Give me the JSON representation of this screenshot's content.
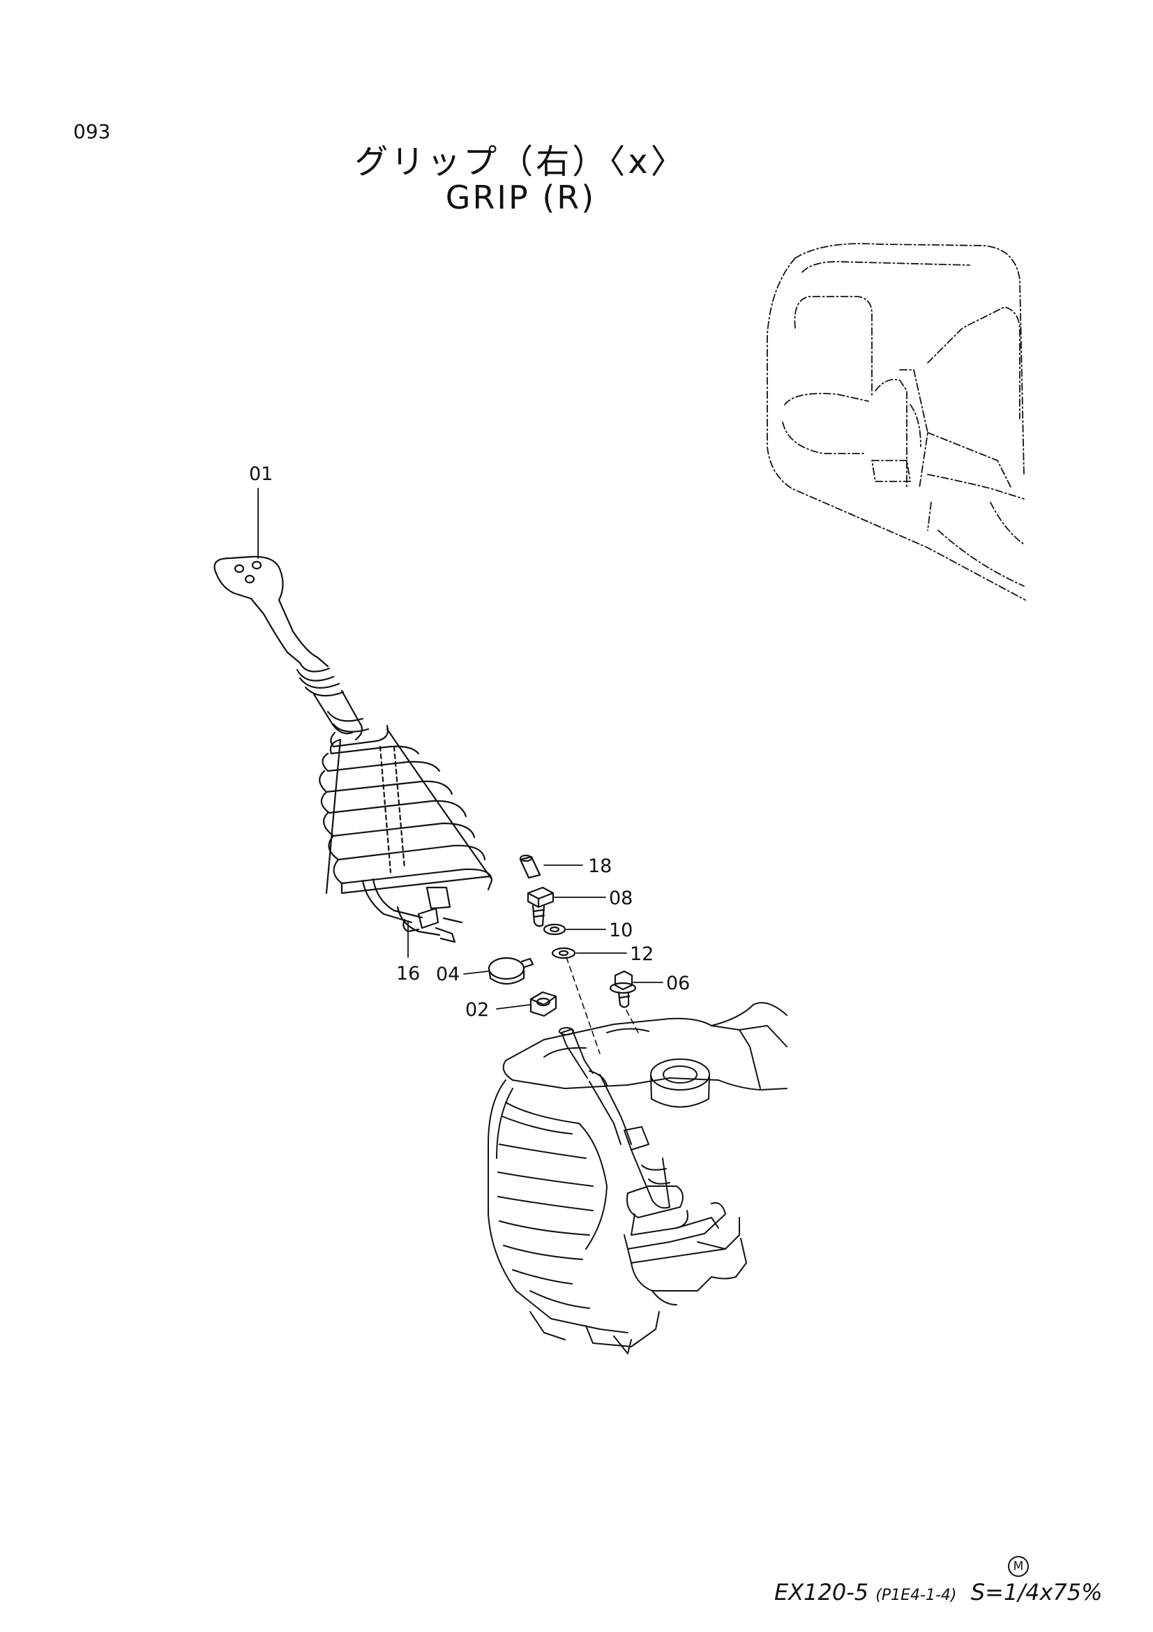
{
  "page_number": "093",
  "title": {
    "japanese": "グリップ（右）〈x〉",
    "english": "GRIP (R)"
  },
  "parts": [
    {
      "id": "01"
    },
    {
      "id": "02"
    },
    {
      "id": "04"
    },
    {
      "id": "06"
    },
    {
      "id": "08"
    },
    {
      "id": "10"
    },
    {
      "id": "12"
    },
    {
      "id": "16"
    },
    {
      "id": "18"
    }
  ],
  "footer": {
    "marker": "M",
    "model": "EX120-5",
    "ref": "(P1E4-1-4)",
    "scale": "S=1/4x75%"
  }
}
